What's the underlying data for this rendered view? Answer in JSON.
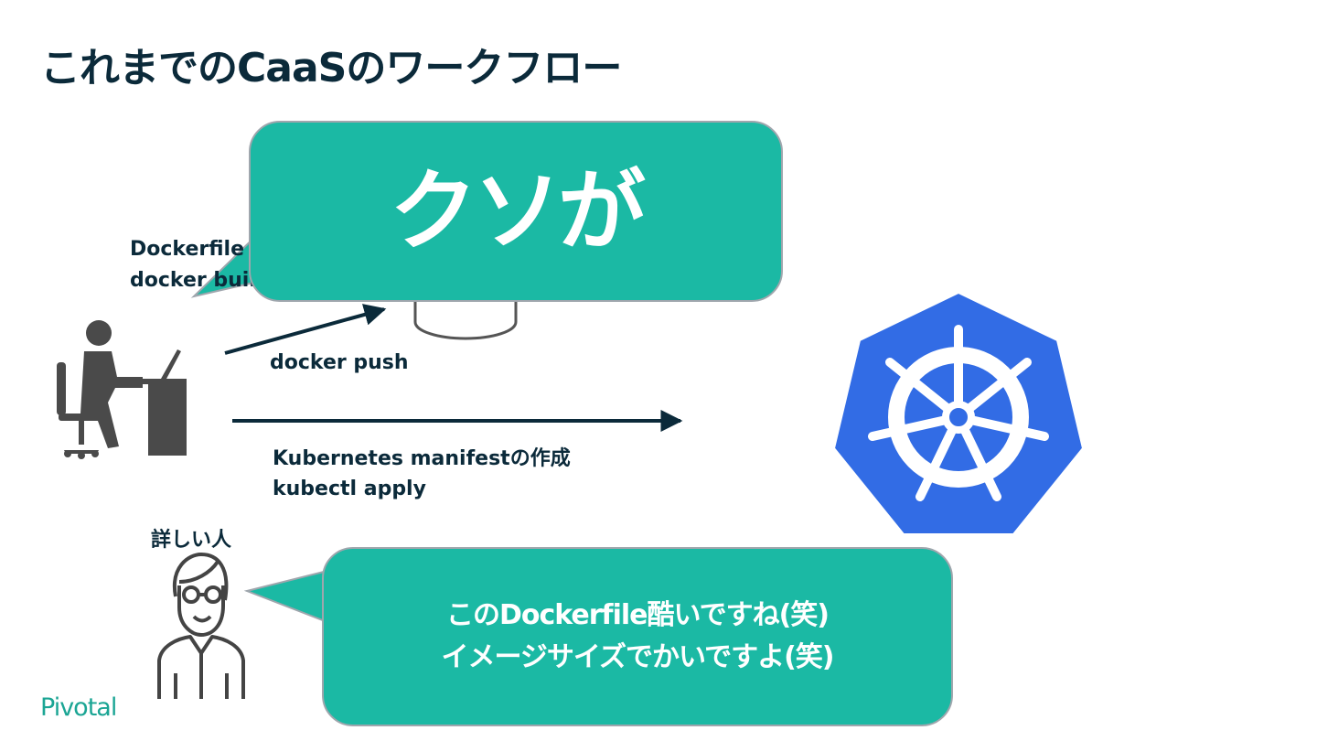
{
  "slide": {
    "title": "これまでのCaaSのワークフロー",
    "dockerfile_line1": "Dockerfile",
    "dockerfile_line2": "docker build",
    "push_label": "docker push",
    "manifest_line1": "Kubernetes manifestの作成",
    "manifest_line2": "kubectl apply",
    "expert_label": "詳しい人",
    "big_bubble_text": "クソが",
    "expert_bubble_line1": "このDockerfile酷いですね(笑)",
    "expert_bubble_line2": "イメージサイズでかいですよ(笑)",
    "logo_text": "Pivotal"
  },
  "icons": {
    "developer": "person-at-desk-icon",
    "registry": "database-cylinder-icon",
    "cluster": "kubernetes-helm-icon",
    "expert": "person-with-glasses-icon"
  },
  "colors": {
    "title": "#0b2a3a",
    "bubble": "#1bb9a4",
    "kubernetes": "#326ce5",
    "logo": "#1ba594",
    "icon": "#4a4a4a"
  }
}
